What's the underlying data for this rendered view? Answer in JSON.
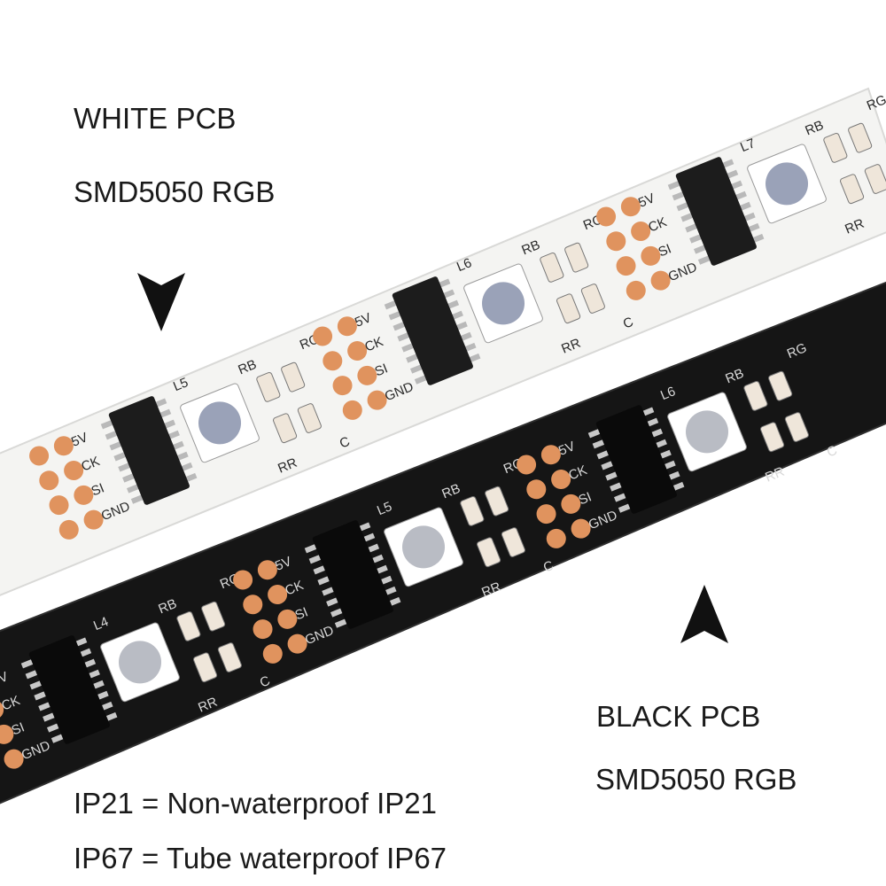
{
  "white_strip": {
    "pcb_label": "WHITE PCB",
    "led_label": "SMD5050 RGB",
    "colors": {
      "pcb": "#f4f4f2",
      "edge": "#d8d8d6",
      "pad": "#e0935e",
      "chip": "#1c1c1c",
      "pin": "#b9b9b9",
      "led": "#9aa2b8",
      "silk": "#2a2a2a"
    },
    "silkscreen": {
      "led_names": [
        "L5",
        "L6",
        "L7"
      ],
      "pins": [
        "5V",
        "CK",
        "SI",
        "GND"
      ],
      "rb": "RB",
      "rr": "RR",
      "rg": "RG",
      "c": "C"
    }
  },
  "black_strip": {
    "pcb_label": "BLACK PCB",
    "led_label": "SMD5050 RGB",
    "colors": {
      "pcb": "#161616",
      "edge": "#3a3a3a",
      "pad": "#e0935e",
      "chip": "#0a0a0a",
      "pin": "#c8c8c8",
      "led": "#b9bcc4",
      "silk": "#d8d8d8"
    },
    "silkscreen": {
      "led_names": [
        "L4",
        "L5",
        "L6"
      ],
      "pins": [
        "5V",
        "CK",
        "SI",
        "GND"
      ],
      "rb": "RB",
      "rr": "RR",
      "rg": "RG",
      "c": "C"
    }
  },
  "notes": {
    "ip21": "IP21 = Non-waterproof IP21",
    "ip67": "IP67 = Tube waterproof IP67"
  },
  "icons": {
    "down_arrow": "arrowhead-down-icon",
    "up_arrow": "arrowhead-up-icon"
  }
}
